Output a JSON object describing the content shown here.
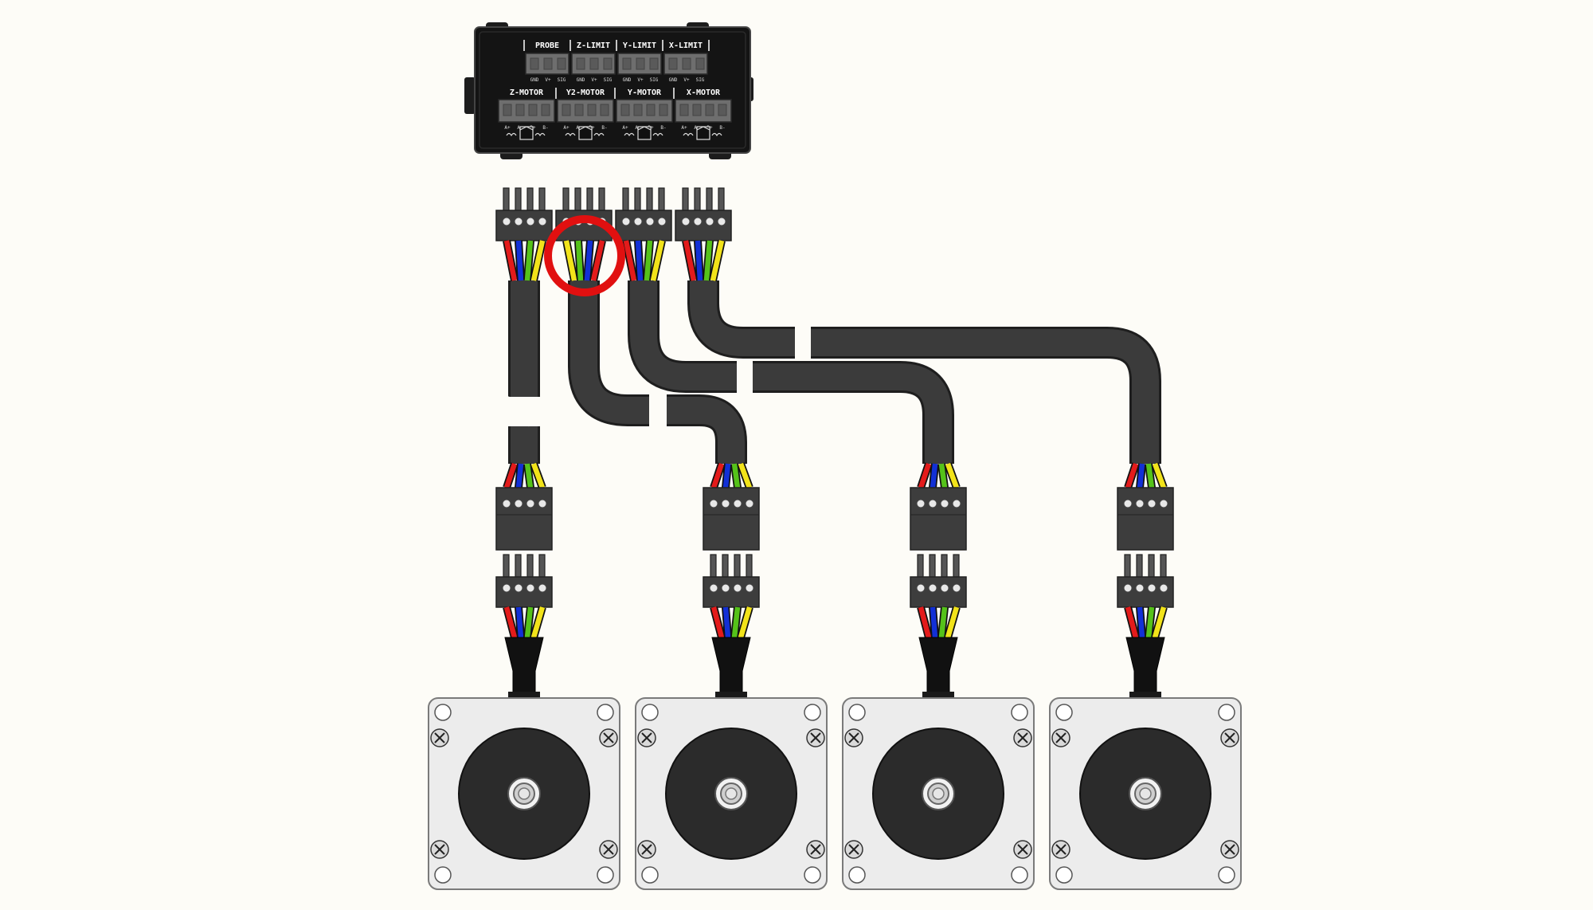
{
  "board": {
    "limit_headers": [
      "PROBE",
      "Z-LIMIT",
      "Y-LIMIT",
      "X-LIMIT"
    ],
    "limit_pins": [
      "GND",
      "V+",
      "SIG"
    ],
    "motor_headers": [
      "Z-MOTOR",
      "Y2-MOTOR",
      "Y-MOTOR",
      "X-MOTOR"
    ],
    "motor_pins": [
      "A+",
      "A-",
      "B+",
      "B-"
    ]
  },
  "wire_colors": {
    "red": "#e31b1b",
    "blue": "#1230d6",
    "green": "#55c21a",
    "yellow": "#f2e31a"
  },
  "connector_color": "#3d3d3d",
  "cable_color": "#3b3b3b",
  "highlight": {
    "color": "#e11010",
    "target": "Y2-MOTOR"
  },
  "channels": [
    {
      "name": "Z-MOTOR",
      "board_wire_order": [
        "red",
        "blue",
        "green",
        "yellow"
      ]
    },
    {
      "name": "Y2-MOTOR",
      "board_wire_order": [
        "yellow",
        "green",
        "blue",
        "red"
      ]
    },
    {
      "name": "Y-MOTOR",
      "board_wire_order": [
        "red",
        "blue",
        "green",
        "yellow"
      ]
    },
    {
      "name": "X-MOTOR",
      "board_wire_order": [
        "red",
        "blue",
        "green",
        "yellow"
      ]
    }
  ],
  "motors": [
    {
      "icon": "stepper-motor-icon"
    },
    {
      "icon": "stepper-motor-icon"
    },
    {
      "icon": "stepper-motor-icon"
    },
    {
      "icon": "stepper-motor-icon"
    }
  ]
}
